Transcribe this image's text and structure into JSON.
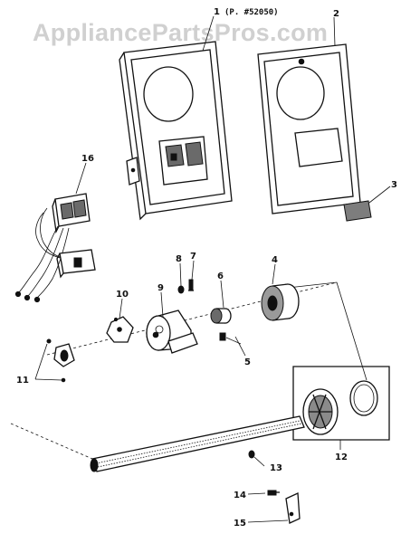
{
  "watermark": "AppliancePartsPros.com",
  "reference_note": "(P. #52050)",
  "callouts": {
    "p1": "1",
    "p2": "2",
    "p3": "3",
    "p4": "4",
    "p5": "5",
    "p6": "6",
    "p7": "7",
    "p8": "8",
    "p9": "9",
    "p10": "10",
    "p11": "11",
    "p12": "12",
    "p13": "13",
    "p14": "14",
    "p15": "15",
    "p16": "16"
  }
}
